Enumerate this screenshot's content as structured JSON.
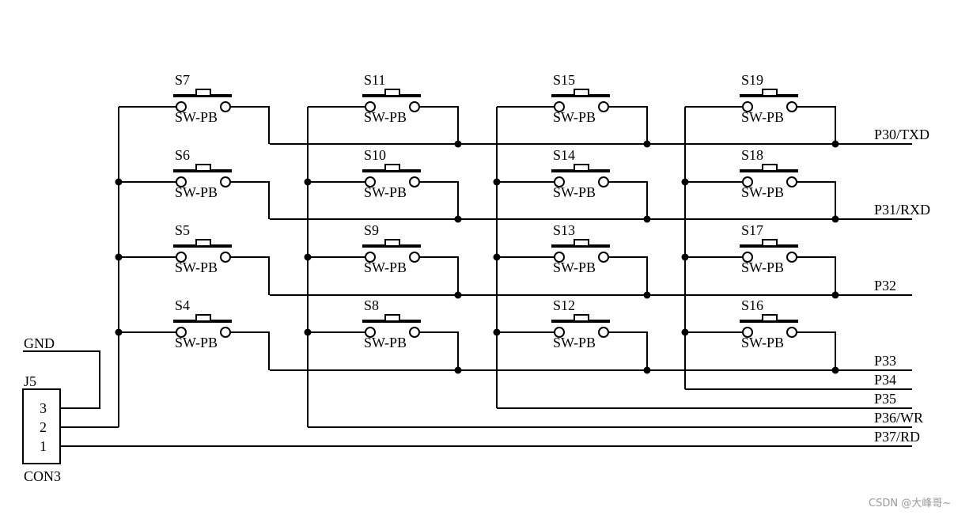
{
  "switch_type": "SW-PB",
  "switches": [
    [
      "S7",
      "S11",
      "S15",
      "S19"
    ],
    [
      "S6",
      "S10",
      "S14",
      "S18"
    ],
    [
      "S5",
      "S9",
      "S13",
      "S17"
    ],
    [
      "S4",
      "S8",
      "S12",
      "S16"
    ]
  ],
  "row_ports": [
    "P30/TXD",
    "P31/RXD",
    "P32",
    "P33"
  ],
  "column_ports": [
    "P34",
    "P35",
    "P36/WR",
    "P37/RD"
  ],
  "connector": {
    "ref": "J5",
    "part": "CON3",
    "pins": [
      "3",
      "2",
      "1"
    ],
    "net": "GND"
  },
  "watermark": "CSDN @大峰哥~"
}
